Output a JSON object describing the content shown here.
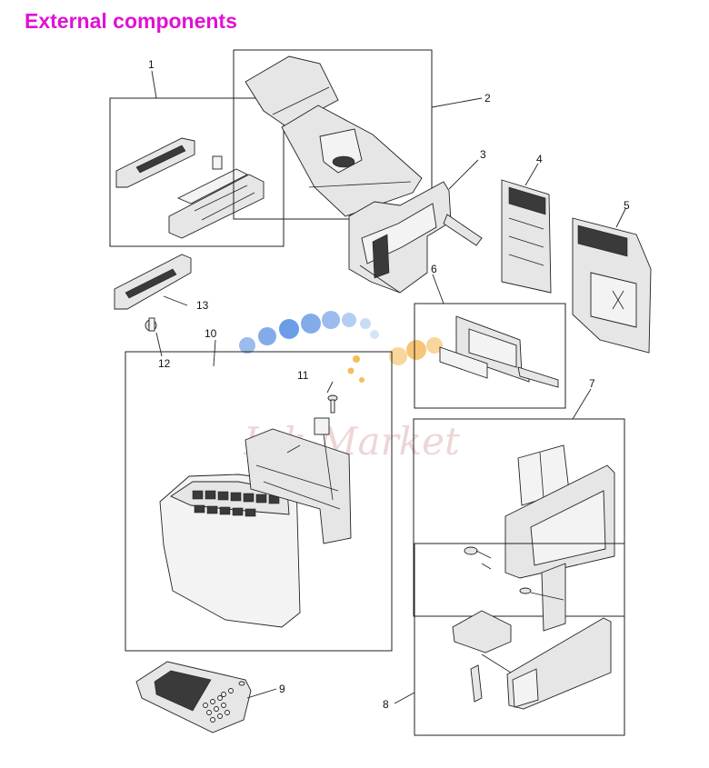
{
  "title": "External components",
  "colors": {
    "title": "#e011d4",
    "watermark_text": "#e7c9c9",
    "bubbles_blue": "#3a7de0",
    "bubbles_orange": "#f5a623"
  },
  "watermark": "Ink-Market",
  "callouts": [
    "1",
    "2",
    "3",
    "4",
    "5",
    "6",
    "7",
    "8",
    "9",
    "10",
    "11",
    "12",
    "13"
  ]
}
